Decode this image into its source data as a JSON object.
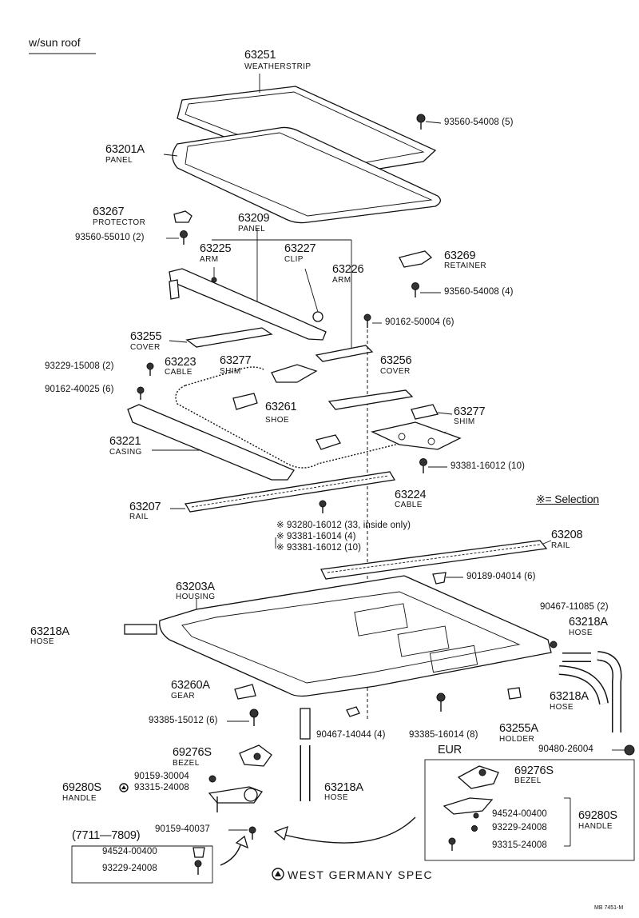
{
  "header": {
    "variant": "w/sun roof"
  },
  "parts": [
    {
      "id": "p63251",
      "number": "63251",
      "name": "WEATHERSTRIP"
    },
    {
      "id": "p63201a",
      "number": "63201A",
      "name": "PANEL"
    },
    {
      "id": "p63267",
      "number": "63267",
      "name": "PROTECTOR"
    },
    {
      "id": "p63209",
      "number": "63209",
      "name": "PANEL"
    },
    {
      "id": "p63225",
      "number": "63225",
      "name": "ARM"
    },
    {
      "id": "p63227",
      "number": "63227",
      "name": "CLIP"
    },
    {
      "id": "p63226",
      "number": "63226",
      "name": "ARM"
    },
    {
      "id": "p63269",
      "number": "63269",
      "name": "RETAINER"
    },
    {
      "id": "p63255",
      "number": "63255",
      "name": "COVER"
    },
    {
      "id": "p63223",
      "number": "63223",
      "name": "CABLE"
    },
    {
      "id": "p63277a",
      "number": "63277",
      "name": "SHIM"
    },
    {
      "id": "p63256",
      "number": "63256",
      "name": "COVER"
    },
    {
      "id": "p63261",
      "number": "63261",
      "name": "SHOE"
    },
    {
      "id": "p63277b",
      "number": "63277",
      "name": "SHIM"
    },
    {
      "id": "p63221",
      "number": "63221",
      "name": "CASING"
    },
    {
      "id": "p63224",
      "number": "63224",
      "name": "CABLE"
    },
    {
      "id": "p63207",
      "number": "63207",
      "name": "RAIL"
    },
    {
      "id": "p63208",
      "number": "63208",
      "name": "RAIL"
    },
    {
      "id": "p63203a",
      "number": "63203A",
      "name": "HOUSING"
    },
    {
      "id": "p63218a-left",
      "number": "63218A",
      "name": "HOSE"
    },
    {
      "id": "p63218a-right-upper",
      "number": "63218A",
      "name": "HOSE"
    },
    {
      "id": "p63218a-right-lower",
      "number": "63218A",
      "name": "HOSE"
    },
    {
      "id": "p63218a-bottom",
      "number": "63218A",
      "name": "HOSE"
    },
    {
      "id": "p63260a",
      "number": "63260A",
      "name": "GEAR"
    },
    {
      "id": "p63255a",
      "number": "63255A",
      "name": "HOLDER"
    },
    {
      "id": "p69276s",
      "number": "69276S",
      "name": "BEZEL"
    },
    {
      "id": "p69280s",
      "number": "69280S",
      "name": "HANDLE"
    },
    {
      "id": "p69276s-eur",
      "number": "69276S",
      "name": "BEZEL"
    },
    {
      "id": "p69280s-eur",
      "number": "69280S",
      "name": "HANDLE"
    }
  ],
  "fasteners": [
    {
      "id": "f1",
      "text": "93560-54008 (5)"
    },
    {
      "id": "f2",
      "text": "93560-55010 (2)"
    },
    {
      "id": "f3",
      "text": "93560-54008 (4)"
    },
    {
      "id": "f4",
      "text": "90162-50004 (6)"
    },
    {
      "id": "f5",
      "text": "93229-15008 (2)"
    },
    {
      "id": "f6",
      "text": "90162-40025 (6)"
    },
    {
      "id": "f7",
      "text": "93381-16012 (10)"
    },
    {
      "id": "f8",
      "text": "90189-04014 (6)"
    },
    {
      "id": "f9",
      "text": "90467-11085 (2)"
    },
    {
      "id": "f10",
      "text": "93385-15012 (6)"
    },
    {
      "id": "f11",
      "text": "90467-14044 (4)"
    },
    {
      "id": "f12",
      "text": "93385-16014 (8)"
    },
    {
      "id": "f13",
      "text": "90480-26004"
    },
    {
      "id": "f14",
      "text": "90159-30004"
    },
    {
      "id": "f15",
      "text": "93315-24008"
    },
    {
      "id": "f16",
      "text": "90159-40037"
    },
    {
      "id": "f17",
      "text": "94524-00400"
    },
    {
      "id": "f18",
      "text": "93229-24008"
    },
    {
      "id": "f19",
      "text": "94524-00400"
    },
    {
      "id": "f20",
      "text": "93229-24008"
    },
    {
      "id": "f21",
      "text": "93315-24008"
    }
  ],
  "selection": {
    "legend": "※= Selection",
    "items": [
      "※ 93280-16012 (33, inside only)",
      "※ 93381-16014 (4)",
      "※ 93381-16012 (10)"
    ]
  },
  "groups": {
    "eur": "EUR",
    "serial_range": "(7711—7809)"
  },
  "footer": {
    "spec_note": "WEST GERMANY SPEC",
    "code": "MB 7451-M"
  }
}
